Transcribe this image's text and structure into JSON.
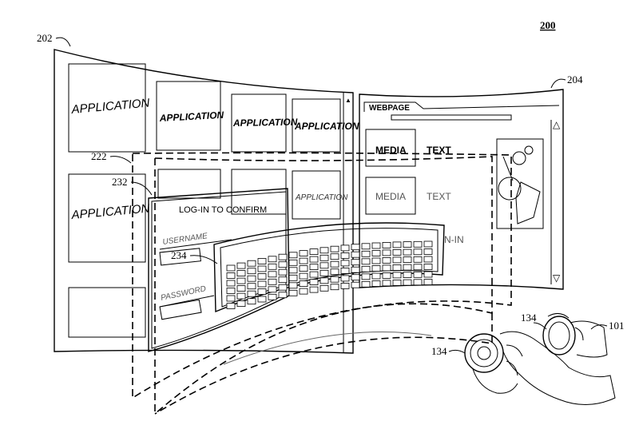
{
  "figure": {
    "number": "200"
  },
  "refs": {
    "left_panel": "202",
    "right_panel": "204",
    "outer_frame": "222",
    "inner_frame": "232",
    "keyboard": "234",
    "controller_left": "134",
    "controller_right": "134",
    "hand": "101"
  },
  "left_panel": {
    "tiles": [
      "APPLICATION",
      "APPLICATION",
      "APPLICATION",
      "APPLICATION",
      "APPLICATION",
      "APPLICATION"
    ]
  },
  "right_panel": {
    "tab_label": "WEBPAGE",
    "rows": [
      {
        "media": "MEDIA",
        "text": "TEXT"
      },
      {
        "media": "MEDIA",
        "text": "TEXT"
      }
    ],
    "scroll_up": "△",
    "scroll_down": "▽",
    "obscured_text": "N-IN"
  },
  "login_dialog": {
    "title": "LOG-IN TO CONFIRM",
    "username_label": "USERNAME",
    "password_label": "PASSWORD"
  }
}
